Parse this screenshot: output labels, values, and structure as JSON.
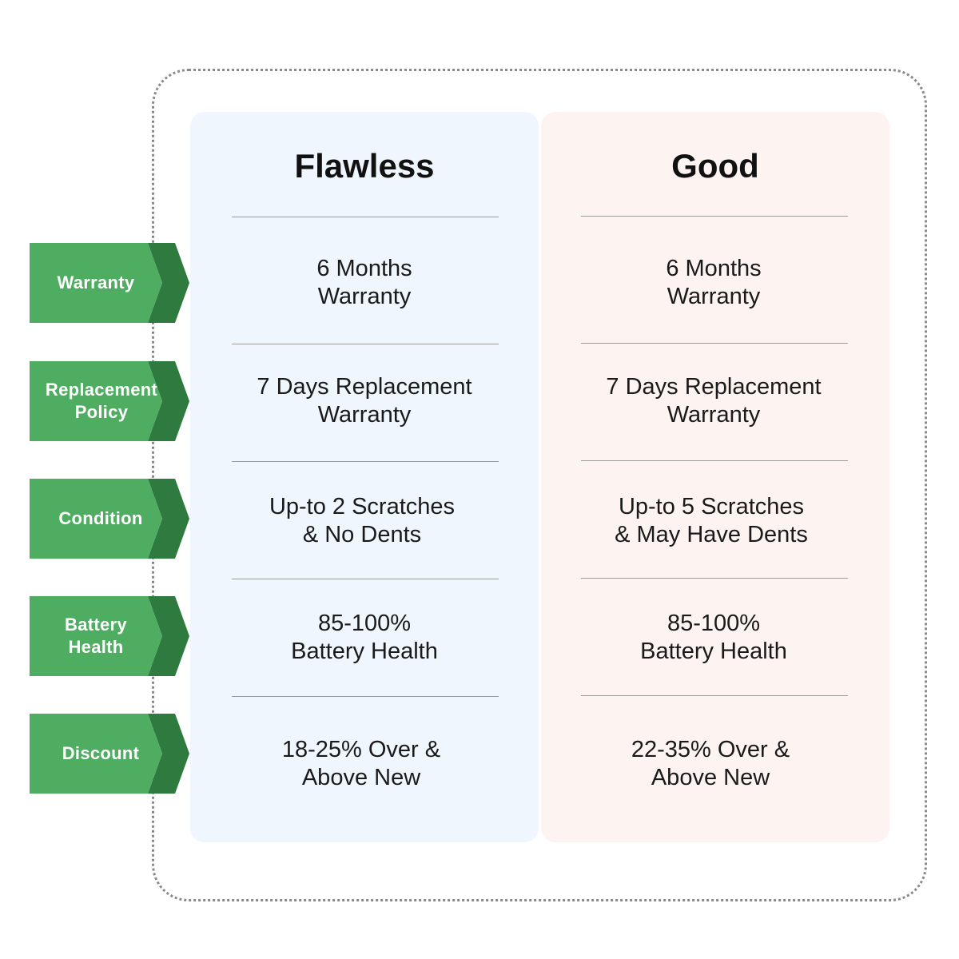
{
  "columns": [
    {
      "title": "Flawless",
      "cells": [
        [
          "6 Months",
          "Warranty"
        ],
        [
          "7 Days Replacement",
          "Warranty"
        ],
        [
          "Up-to 2 Scratches",
          "& No Dents"
        ],
        [
          "85-100%",
          "Battery Health"
        ],
        [
          "18-25% Over &",
          "Above New"
        ]
      ]
    },
    {
      "title": "Good",
      "cells": [
        [
          "6 Months",
          "Warranty"
        ],
        [
          "7 Days Replacement",
          "Warranty"
        ],
        [
          "Up-to 5 Scratches",
          "& May Have Dents"
        ],
        [
          "85-100%",
          "Battery Health"
        ],
        [
          "22-35% Over &",
          "Above New"
        ]
      ]
    }
  ],
  "row_labels": [
    [
      "Warranty"
    ],
    [
      "Replacement",
      "Policy"
    ],
    [
      "Condition"
    ],
    [
      "Battery",
      "Health"
    ],
    [
      "Discount"
    ]
  ],
  "colors": {
    "label_green": "#4fad62",
    "label_green_dark": "#2e7a3f",
    "flawless_bg": "#eff6fd",
    "good_bg": "#fdf3f1"
  }
}
